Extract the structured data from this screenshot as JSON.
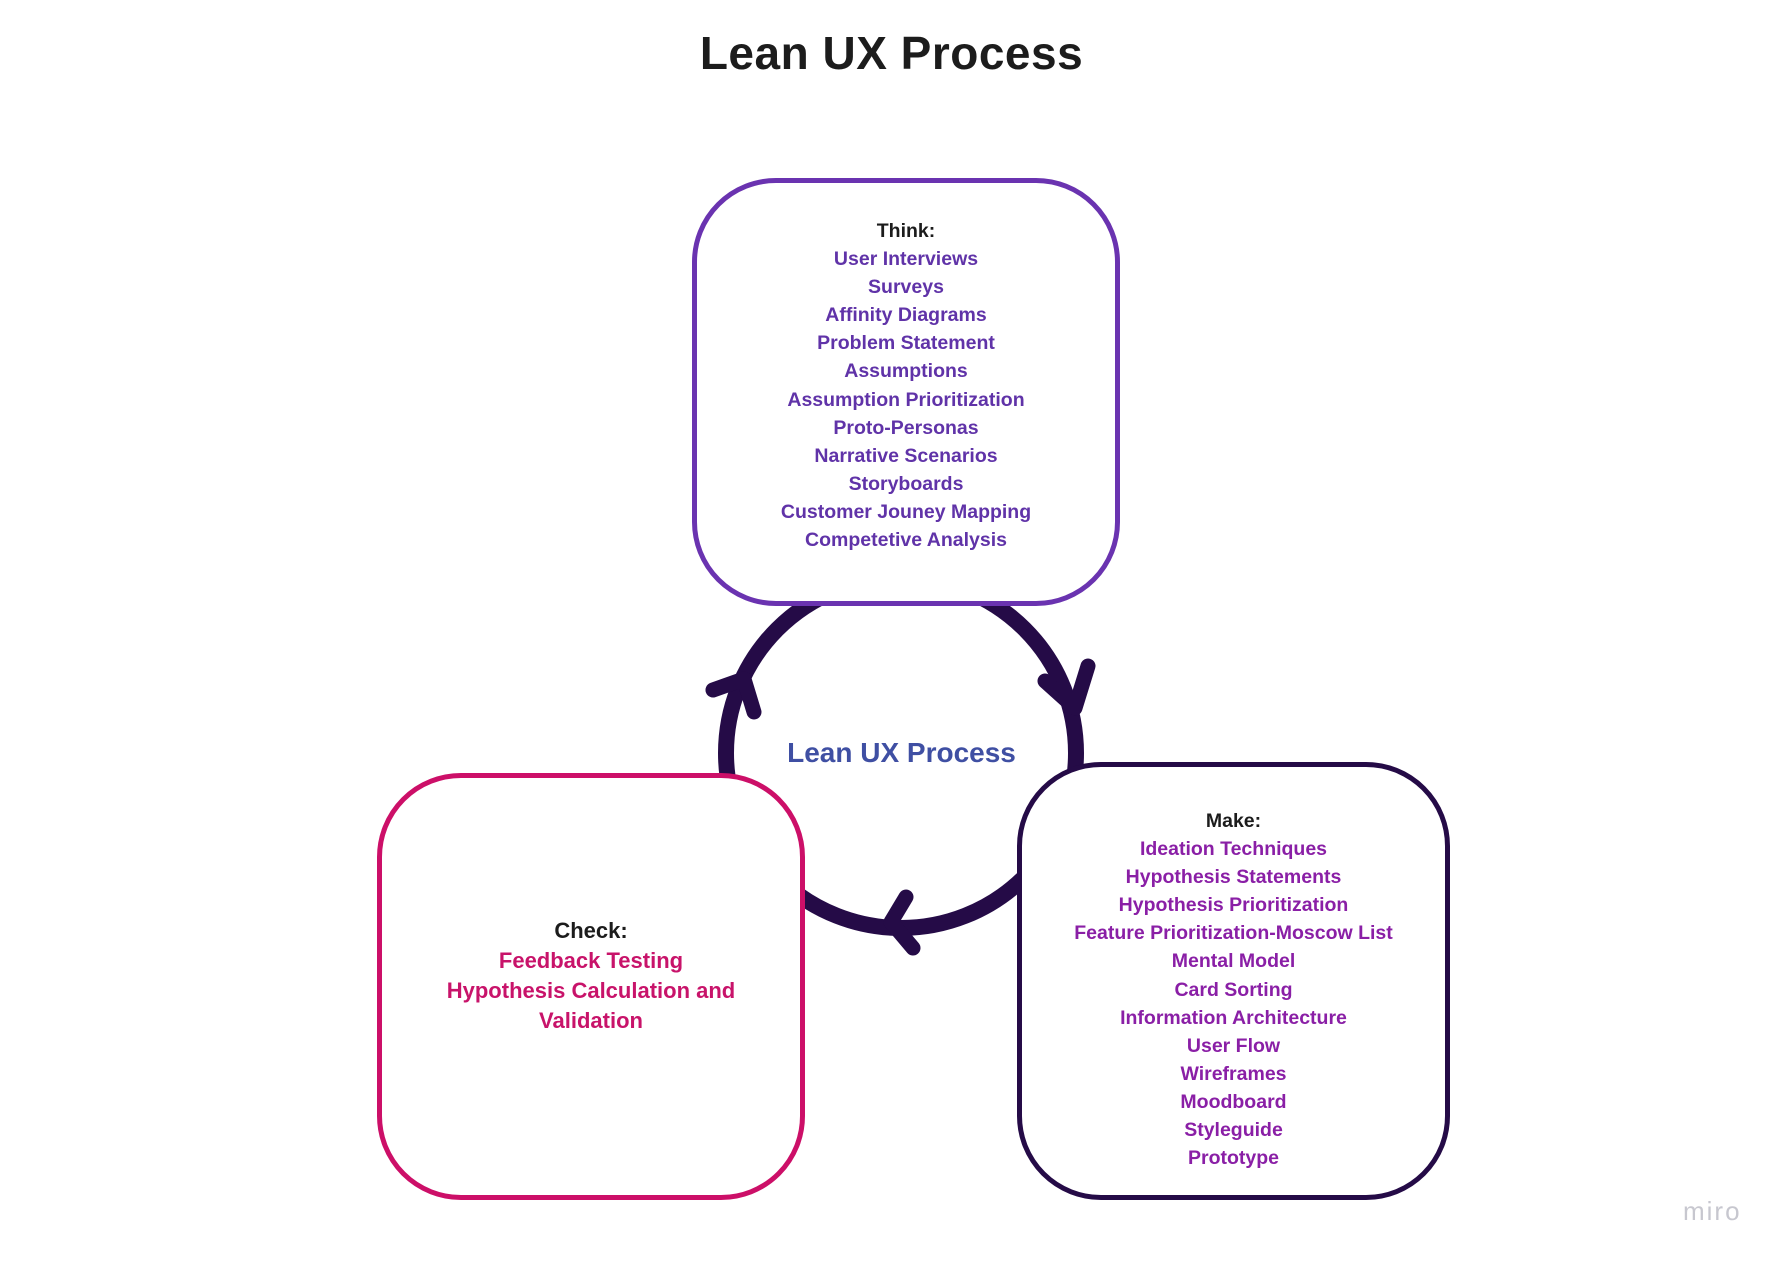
{
  "title": "Lean UX Process",
  "center_label": "Lean UX Process",
  "colors": {
    "cycle_arrow": "#250b47",
    "think_border": "#6a33b0",
    "think_text": "#6033a8",
    "make_border": "#250b47",
    "make_text": "#8a1fa6",
    "check_border": "#cc0f68",
    "check_text": "#c8136a",
    "center_label": "#3f4fa3"
  },
  "think": {
    "heading": "Think:",
    "items": [
      "User Interviews",
      "Surveys",
      "Affinity Diagrams",
      "Problem Statement",
      "Assumptions",
      "Assumption Prioritization",
      "Proto-Personas",
      "Narrative Scenarios",
      "Storyboards",
      "Customer Jouney Mapping",
      "Competetive Analysis"
    ]
  },
  "make": {
    "heading": "Make:",
    "items": [
      "Ideation Techniques",
      "Hypothesis Statements",
      "Hypothesis Prioritization",
      "Feature Prioritization-Moscow List",
      "Mental Model",
      "Card Sorting",
      "Information Architecture",
      "User Flow",
      "Wireframes",
      "Moodboard",
      "Styleguide",
      "Prototype"
    ]
  },
  "check": {
    "heading": "Check:",
    "items": [
      "Feedback Testing",
      "Hypothesis Calculation and Validation"
    ]
  },
  "cycle_flow": [
    "Think",
    "Make",
    "Check"
  ],
  "watermark": "miro"
}
